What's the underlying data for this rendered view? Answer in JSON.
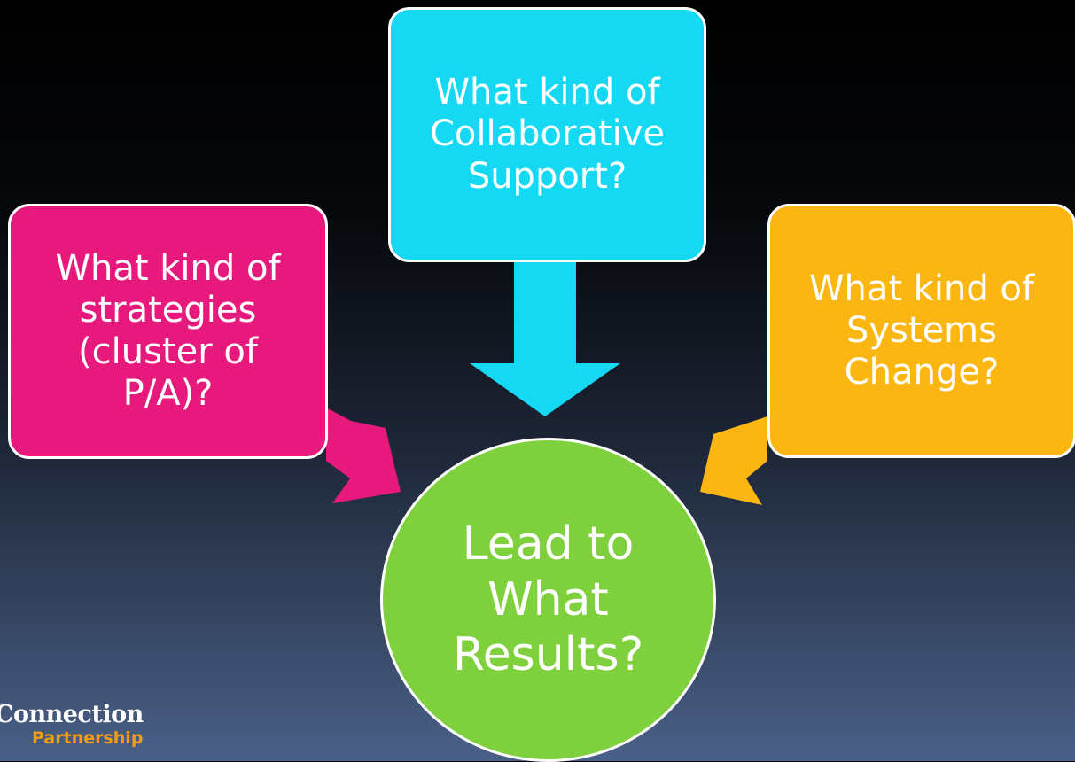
{
  "colors": {
    "top_box": "#15d8f2",
    "left_box": "#e8197d",
    "right_box": "#fbb611",
    "result_circle": "#7ed13c"
  },
  "nodes": {
    "top": "What kind of\nCollaborative\nSupport?",
    "left": "What kind of\nstrategies\n(cluster of\nP/A)?",
    "right": "What kind of\nSystems\nChange?",
    "center": "Lead to\nWhat\nResults?"
  },
  "logo": {
    "line1": "Connection",
    "line2": "Partnership"
  }
}
